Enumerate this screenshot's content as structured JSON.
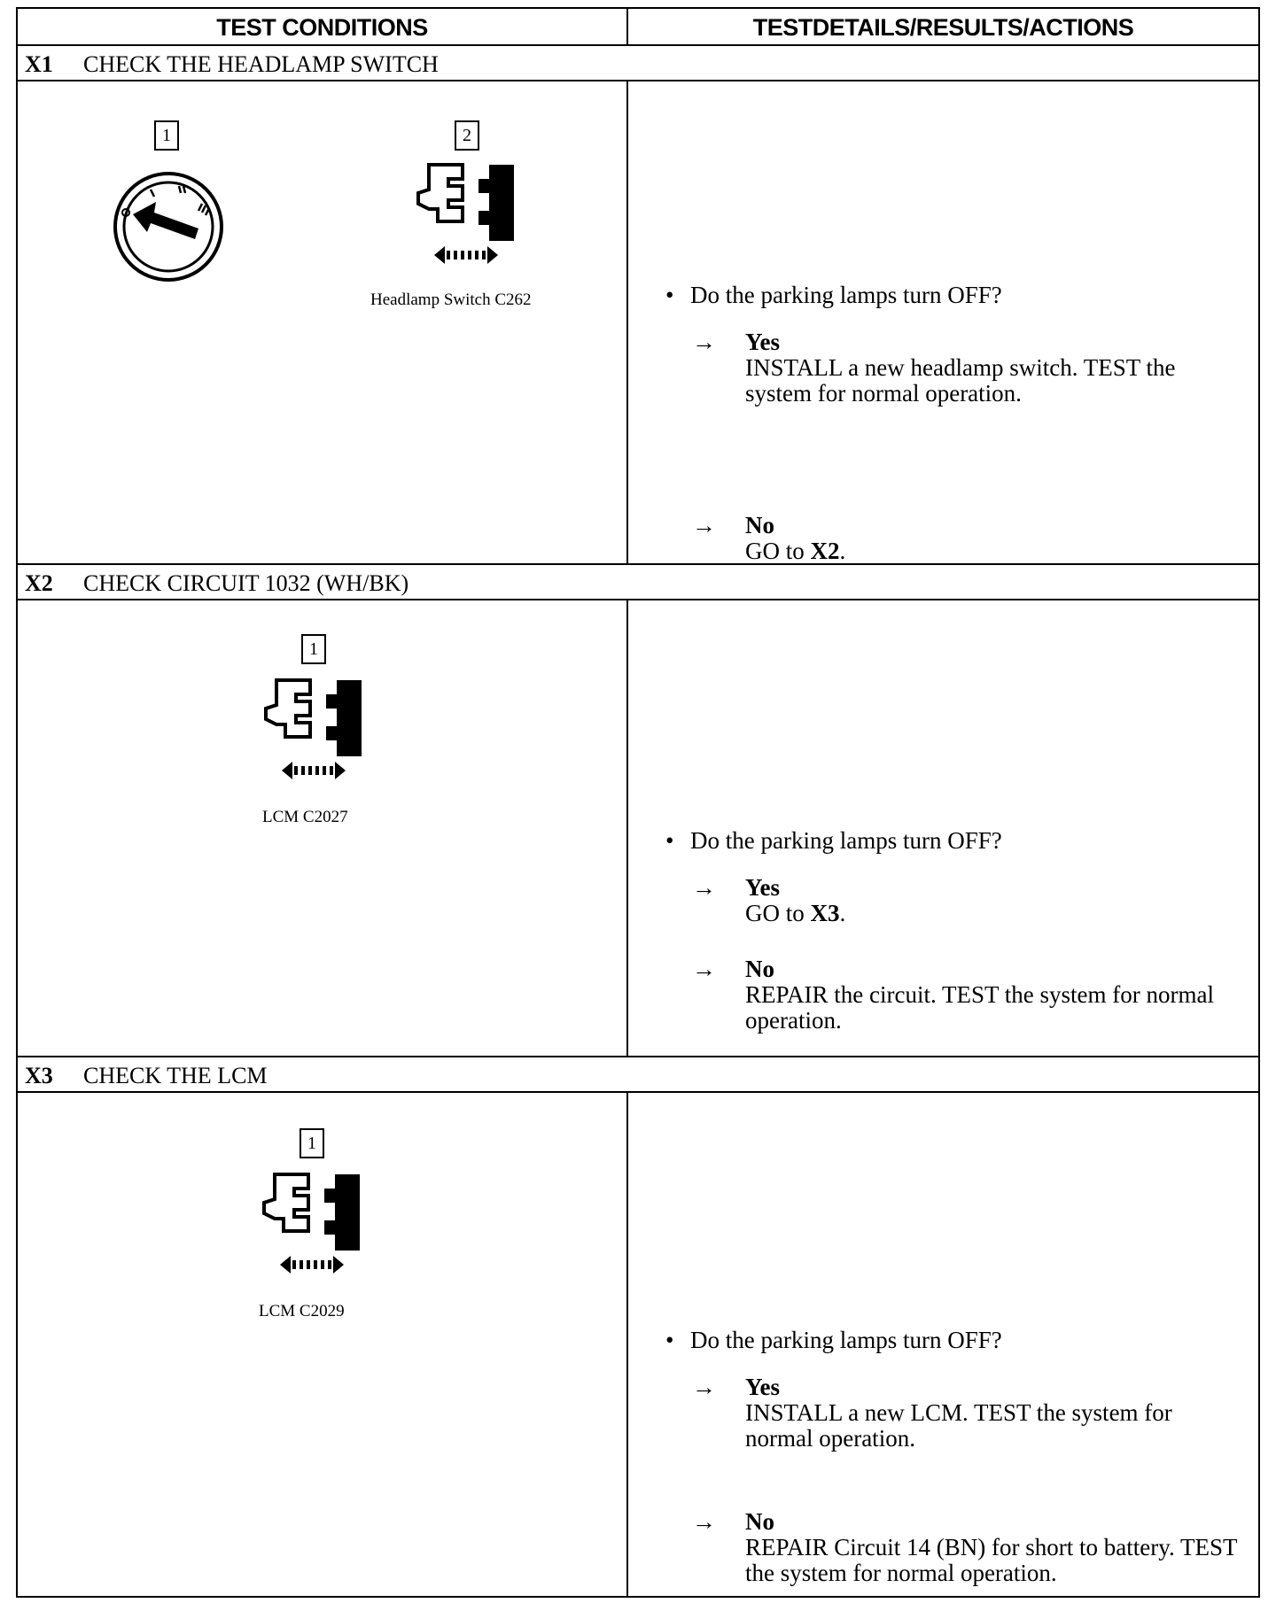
{
  "header": {
    "col1": "TEST CONDITIONS",
    "col2": "TESTDETAILS/RESULTS/ACTIONS"
  },
  "steps": [
    {
      "id": "X1",
      "title": "CHECK THE HEADLAMP SWITCH",
      "markers": [
        "1",
        "2"
      ],
      "connector_caption": "Headlamp Switch C262",
      "question": "Do the parking lamps turn OFF?",
      "yes": {
        "label": "Yes",
        "action": "INSTALL a new headlamp switch. TEST the system for normal operation."
      },
      "no": {
        "label": "No",
        "action_prefix": "GO to ",
        "action_ref": "X2",
        "action_suffix": "."
      }
    },
    {
      "id": "X2",
      "title": "CHECK CIRCUIT 1032 (WH/BK)",
      "markers": [
        "1"
      ],
      "connector_caption": "LCM C2027",
      "question": "Do the parking lamps turn OFF?",
      "yes": {
        "label": "Yes",
        "action_prefix": "GO to ",
        "action_ref": "X3",
        "action_suffix": "."
      },
      "no": {
        "label": "No",
        "action": "REPAIR the circuit. TEST the system for normal operation."
      }
    },
    {
      "id": "X3",
      "title": "CHECK THE LCM",
      "markers": [
        "1"
      ],
      "connector_caption": "LCM C2029",
      "question": "Do the parking lamps turn OFF?",
      "yes": {
        "label": "Yes",
        "action": "INSTALL a new LCM. TEST the system for normal operation."
      },
      "no": {
        "label": "No",
        "action": "REPAIR Circuit 14 (BN) for short to battery. TEST the system for normal operation."
      }
    }
  ],
  "symbols": {
    "bullet": "•",
    "arrow": "→"
  },
  "icons": {
    "ignition": "ignition-switch-icon",
    "connector": "connector-disconnect-icon"
  }
}
